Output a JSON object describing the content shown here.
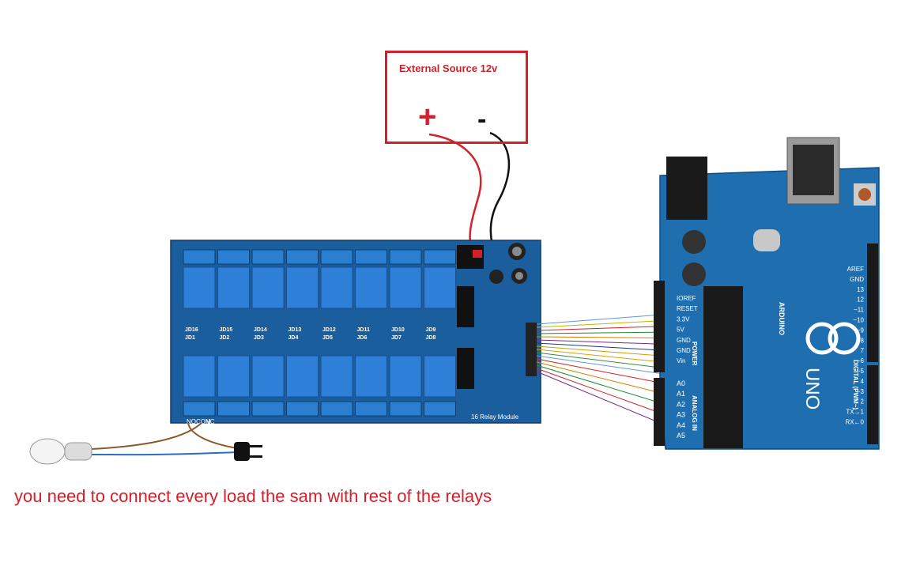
{
  "source": {
    "title": "External Source 12v",
    "plus": "+",
    "minus": "-"
  },
  "note": "you need to connect every load the sam with rest of the relays",
  "relay_module": {
    "label": "16 Relay Module",
    "top_row": [
      "JD16",
      "JD15",
      "JD14",
      "JD13",
      "JD12",
      "JD11",
      "JD10",
      "JD9"
    ],
    "bottom_row": [
      "JD1",
      "JD2",
      "JD3",
      "JD4",
      "JD5",
      "JD6",
      "JD7",
      "JD8"
    ],
    "terminal_labels": [
      "NO",
      "COM",
      "NC"
    ]
  },
  "arduino": {
    "power_pins": [
      "IOREF",
      "RESET",
      "3.3V",
      "5V",
      "GND",
      "GND",
      "Vin"
    ],
    "analog_pins": [
      "A0",
      "A1",
      "A2",
      "A3",
      "A4",
      "A5"
    ],
    "digital_pins": [
      "AREF",
      "GND",
      "13",
      "12",
      "~11",
      "~10",
      "~9",
      "8",
      "7",
      "~6",
      "~5",
      "4",
      "~3",
      "2",
      "TX→1",
      "RX←0"
    ],
    "brand": "ARDUINO",
    "model": "UNO",
    "headers": [
      "POWER",
      "ANALOG IN",
      "DIGITAL (PWM~)"
    ]
  },
  "colors": {
    "accent": "#d4202b",
    "board_blue": "#1b5e9e",
    "arduino_blue": "#1f6fb0"
  }
}
